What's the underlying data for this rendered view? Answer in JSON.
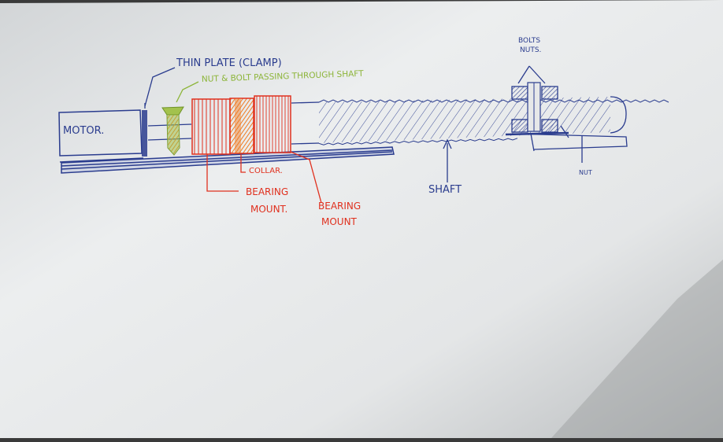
{
  "labels": {
    "motor": "MOTOR.",
    "thin_plate": "THIN PLATE (CLAMP)",
    "nut_bolt": "NUT & BOLT  PASSING  THROUGH  SHAFT",
    "collar": "COLLAR.",
    "bearing_mount_1_line1": "BEARING",
    "bearing_mount_1_line2": "MOUNT.",
    "bearing_mount_2_line1": "BEARING",
    "bearing_mount_2_line2": "MOUNT",
    "shaft": "SHAFT",
    "bolts_line1": "BOLTS",
    "bolts_line2": "NUTS.",
    "nut": "NUT"
  },
  "colors": {
    "paper": "#e6e8e9",
    "ink_blue": "#2a3c8e",
    "ink_red": "#e0301e",
    "ink_orange": "#f07b22",
    "ink_green": "#8db53a"
  }
}
